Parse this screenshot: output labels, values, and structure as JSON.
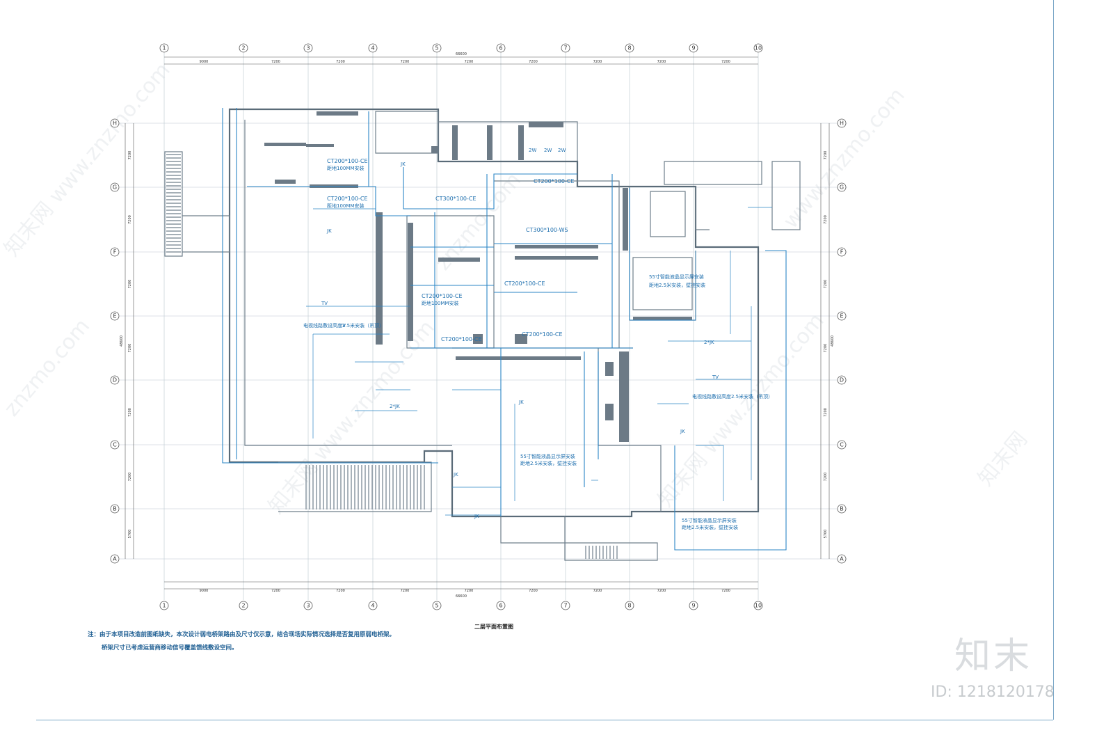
{
  "drawing": {
    "title": "二层平面布置图",
    "notes": [
      "注：由于本项目改造前图纸缺失，本次设计弱电桥架路由及尺寸仅示意，结合现场实际情况选择是否复用原弱电桥架。",
      "桥架尺寸已考虑运营商移动信号覆盖馈线敷设空间。"
    ],
    "column_axes": [
      "1",
      "2",
      "3",
      "4",
      "5",
      "6",
      "7",
      "8",
      "9",
      "10"
    ],
    "row_axes": [
      "H",
      "G",
      "F",
      "E",
      "D",
      "C",
      "B",
      "A"
    ],
    "top_dimensions": [
      "9000",
      "7200",
      "7200",
      "7200",
      "7200",
      "7200",
      "7200",
      "7200",
      "7200"
    ],
    "bottom_dimensions": [
      "9000",
      "7200",
      "7200",
      "7200",
      "7200",
      "7200",
      "7200",
      "7200",
      "7200"
    ],
    "overall_width": "66600",
    "side_dimensions": [
      "7200",
      "7200",
      "7200",
      "7200",
      "7200",
      "7200",
      "5700"
    ],
    "overall_height": "48600"
  },
  "annotations": {
    "tray_labels": [
      "CT200*100-CE",
      "CT200*100-CE",
      "CT300*100-CE",
      "CT200*100-CE",
      "CT300*100-WS",
      "CT200*100-CE",
      "CT200*100-CE",
      "CT200*100-CE",
      "CT200*100-CE"
    ],
    "tray_sub": "距地100MM安装",
    "cable_notes": [
      "电视线路敷设高度2.5米安装（吊顶）",
      "55寸智能液晶显示屏安装",
      "距地2.5米安装，壁挂安装"
    ],
    "marks": [
      "JK",
      "TV",
      "2*JK",
      "2W",
      "2W",
      "2W"
    ]
  },
  "watermark": {
    "brand": "知末",
    "id": "ID: 1218120178",
    "repeat_text": "www.znzmo.com"
  },
  "colors": {
    "cable": "#2b86c5",
    "wall": "#5a6b78",
    "grid": "#b9c6cf"
  }
}
